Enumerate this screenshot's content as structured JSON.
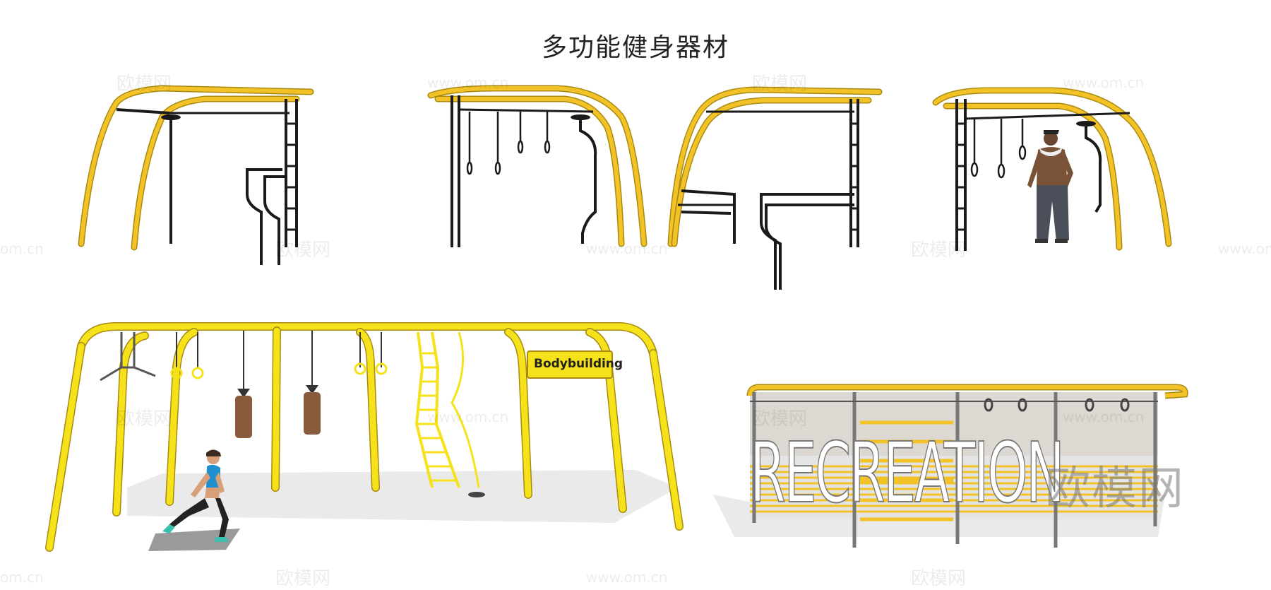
{
  "title": "多功能健身器材",
  "colors": {
    "frame": "#f2c226",
    "frame_outline": "#a88a12",
    "steel": "#1a1a1a",
    "bag": "#8a5a3c"
  },
  "equipment": [
    {
      "id": "top-1",
      "view": "side"
    },
    {
      "id": "top-2",
      "view": "front"
    },
    {
      "id": "top-3",
      "view": "side"
    },
    {
      "id": "top-4",
      "view": "front",
      "with_person": true
    },
    {
      "id": "bottom-left",
      "sign_text": "Bodybuilding",
      "with_person": true
    },
    {
      "id": "bottom-right",
      "panel_text": "RECREATION"
    }
  ],
  "watermarks": {
    "site_name": "欧模网",
    "site_url": "www.om.cn",
    "url_short": "om.cn"
  }
}
